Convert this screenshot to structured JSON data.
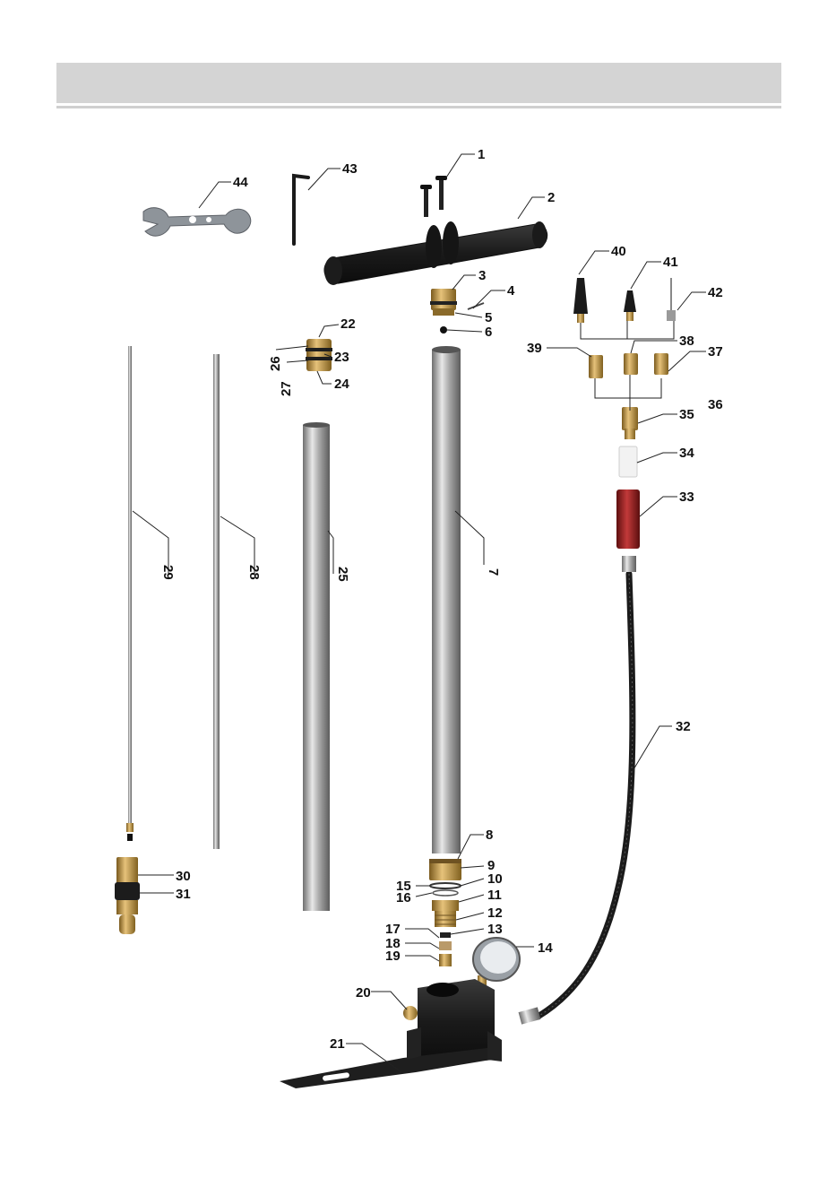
{
  "header": {
    "title": ""
  },
  "parts": [
    {
      "n": "1"
    },
    {
      "n": "2"
    },
    {
      "n": "3"
    },
    {
      "n": "4"
    },
    {
      "n": "5"
    },
    {
      "n": "6"
    },
    {
      "n": "7"
    },
    {
      "n": "8"
    },
    {
      "n": "9"
    },
    {
      "n": "10"
    },
    {
      "n": "11"
    },
    {
      "n": "12"
    },
    {
      "n": "13"
    },
    {
      "n": "14"
    },
    {
      "n": "15"
    },
    {
      "n": "16"
    },
    {
      "n": "17"
    },
    {
      "n": "18"
    },
    {
      "n": "19"
    },
    {
      "n": "20"
    },
    {
      "n": "21"
    },
    {
      "n": "22"
    },
    {
      "n": "23"
    },
    {
      "n": "24"
    },
    {
      "n": "25"
    },
    {
      "n": "26"
    },
    {
      "n": "27"
    },
    {
      "n": "28"
    },
    {
      "n": "29"
    },
    {
      "n": "30"
    },
    {
      "n": "31"
    },
    {
      "n": "32"
    },
    {
      "n": "33"
    },
    {
      "n": "34"
    },
    {
      "n": "35"
    },
    {
      "n": "36"
    },
    {
      "n": "37"
    },
    {
      "n": "38"
    },
    {
      "n": "39"
    },
    {
      "n": "40"
    },
    {
      "n": "41"
    },
    {
      "n": "42"
    },
    {
      "n": "43"
    },
    {
      "n": "44"
    }
  ],
  "colors": {
    "header_bar": "#d4d4d4",
    "steel": "#b9b9b9",
    "brass": "#c9a14a",
    "rubber": "#1e1e1e",
    "red_filter": "#a02020"
  }
}
